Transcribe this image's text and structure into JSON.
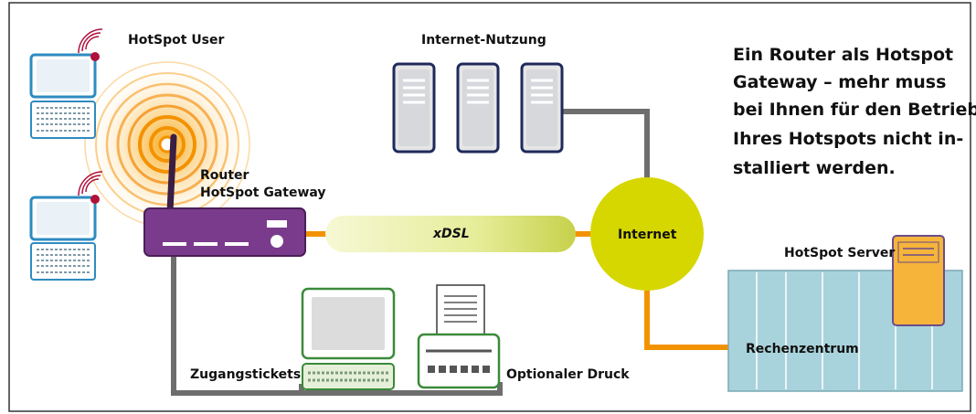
{
  "labels": {
    "hotspot_user": "HotSpot User",
    "internet_usage": "Internet-Nutzung",
    "router_line1": "Router",
    "router_line2": "HotSpot Gateway",
    "xdsl": "xDSL",
    "internet": "Internet",
    "hotspot_server": "HotSpot Server",
    "data_center": "Rechenzentrum",
    "access_tickets": "Zugangstickets",
    "optional_print": "Optionaler Druck"
  },
  "headline": {
    "lines": [
      "Ein Router als Hotspot",
      "Gateway – mehr muss",
      "bei Ihnen für den Betrieb",
      "Ihres Hotspots nicht in-",
      "stalliert werden."
    ]
  },
  "colors": {
    "frame": "#333333",
    "wired_link": "#6e6e6e",
    "orange_link": "#f39200",
    "router_purple": "#7b3b8c",
    "laptop_blue": "#2e8bc0",
    "server_navy": "#1f2a5c",
    "internet_yellow": "#d6d600",
    "datacenter_teal": "#a9d3dc",
    "ticket_green": "#3a8a3a",
    "wifi_red": "#b0103a"
  },
  "icons": [
    "laptop-icon",
    "router-icon",
    "server-icon",
    "printer-icon",
    "monitor-icon",
    "keyboard-icon",
    "wifi-icon"
  ]
}
